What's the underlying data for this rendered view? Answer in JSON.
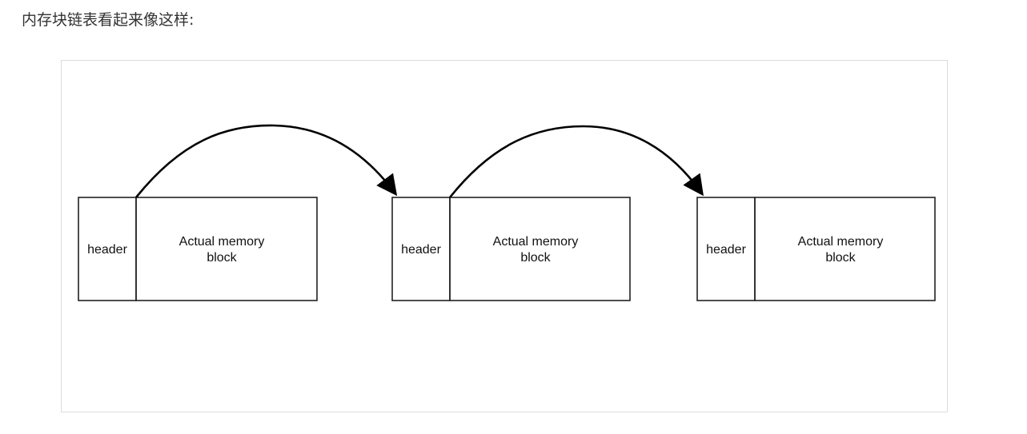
{
  "intro_text": "内存块链表看起来像这样:",
  "blocks": [
    {
      "header_label": "header",
      "body_line1": "Actual memory",
      "body_line2": "block"
    },
    {
      "header_label": "header",
      "body_line1": "Actual memory",
      "body_line2": "block"
    },
    {
      "header_label": "header",
      "body_line1": "Actual memory",
      "body_line2": "block"
    }
  ]
}
